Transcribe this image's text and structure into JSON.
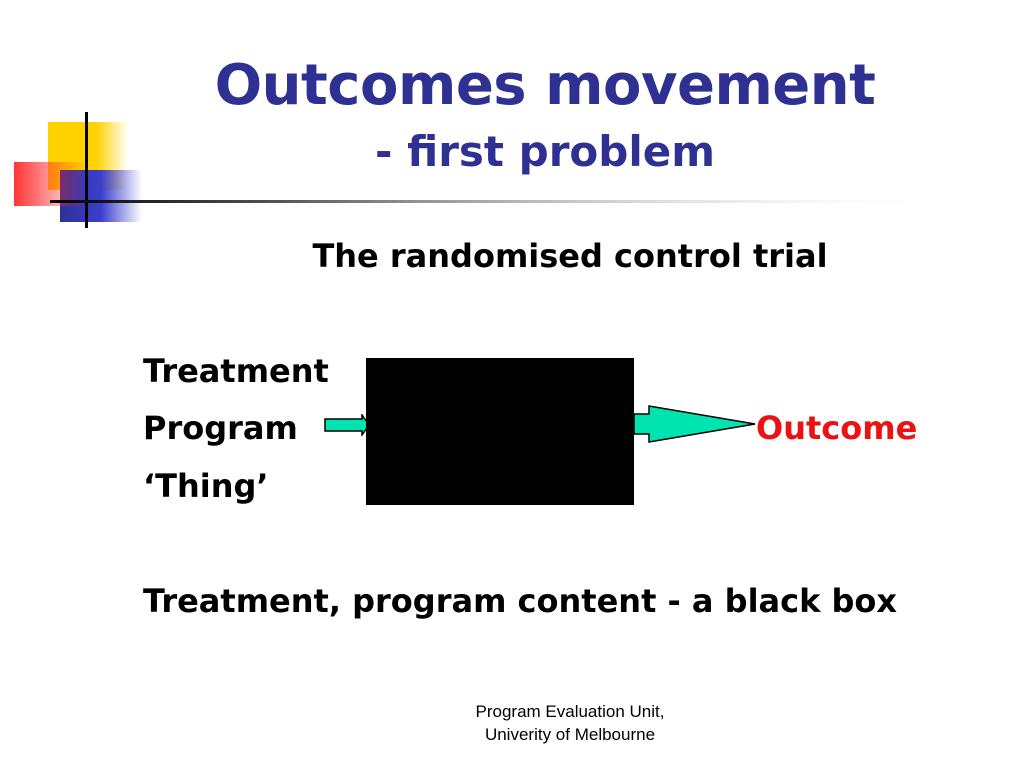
{
  "slide": {
    "title": "Outcomes movement",
    "subtitle": "- first problem",
    "heading": "The randomised control trial",
    "diagram": {
      "input_lines": [
        "Treatment",
        "Program",
        "‘Thing’"
      ],
      "output_label": "Outcome",
      "box_color": "#000000",
      "arrow_color": "#00e5b0"
    },
    "conclusion": "Treatment, program content - a black box",
    "footer": {
      "line1": "Program Evaluation Unit,",
      "line2": "Univerity of Melbourne"
    }
  },
  "colors": {
    "title": "#2e3192",
    "outcome": "#ee1111",
    "deco_yellow": "#ffd200",
    "deco_blue": "#2e3192",
    "deco_red": "#ff3333"
  }
}
